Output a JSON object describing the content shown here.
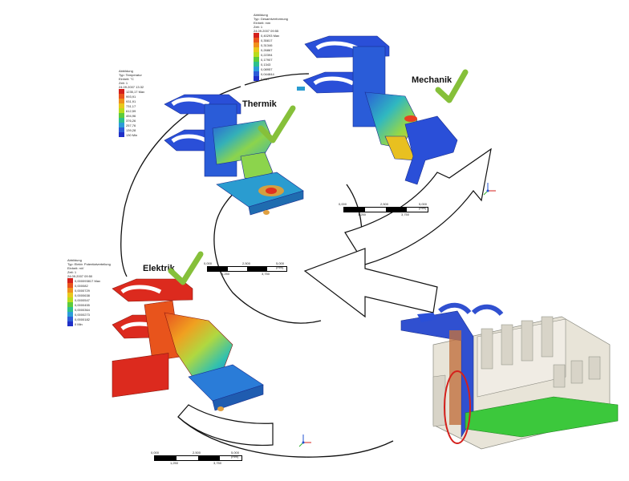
{
  "labels": {
    "thermik": "Thermik",
    "mechanik": "Mechanik",
    "elektrik": "Elektrik"
  },
  "legend_thermik": {
    "header": [
      "Abbildung",
      "Typ: Temperatur",
      "Einheit: °C",
      "Zeit: 1",
      "24.09.2007 13:32"
    ],
    "values": [
      "1235,17 Max",
      "993,91",
      "931,91",
      "731,17",
      "612,59",
      "494,96",
      "376,26",
      "257,76",
      "139,28",
      "130 Min"
    ],
    "colors": [
      "#d4201c",
      "#e8541c",
      "#f0901c",
      "#e8c81c",
      "#b8dc1c",
      "#5ccc3c",
      "#2cc08c",
      "#2c9cd8",
      "#2c5cd8",
      "#2030c8"
    ]
  },
  "legend_mechanik": {
    "header": [
      "Abbildung",
      "Typ: Gesamtverformung",
      "Einheit: mm",
      "Zeit: 1",
      "24.09.2007 09:55"
    ],
    "values": [
      "0,40293 Max",
      "0,35817",
      "0,31346",
      "0,26867",
      "0,22394",
      "0,17907",
      "0,1343",
      "0,08957",
      "0,044844",
      "0 Min"
    ],
    "colors": [
      "#d4201c",
      "#e8541c",
      "#f0901c",
      "#e8c81c",
      "#b8dc1c",
      "#5ccc3c",
      "#2cc08c",
      "#2c9cd8",
      "#2c5cd8",
      "#2030c8"
    ]
  },
  "legend_elektrik": {
    "header": [
      "Abbildung",
      "Typ: Elektr. Potentialverteilung",
      "Einheit: mV",
      "Zeit: 1",
      "24.09.2007 09:50"
    ],
    "values": [
      "0,000093817 Max",
      "0,000082",
      "0,0000729",
      "0,0000638",
      "0,0000547",
      "0,0000455",
      "0,0000364",
      "0,0000273",
      "0,0000182",
      "0 Min"
    ],
    "colors": [
      "#d4201c",
      "#e8541c",
      "#f0901c",
      "#e8c81c",
      "#b8dc1c",
      "#5ccc3c",
      "#2cc08c",
      "#2c9cd8",
      "#2c5cd8",
      "#2030c8"
    ]
  },
  "scale_top": {
    "a": "0,000",
    "b": "2,500",
    "c": "5,000 (mm)",
    "d": "1,250",
    "e": "3,750"
  },
  "scale_mid": {
    "a": "0,000",
    "b": "2,500",
    "c": "5,000 (mm)",
    "d": "1,250",
    "e": "3,750"
  },
  "scale_bottom": {
    "a": "0,000",
    "b": "2,500",
    "c": "5,000 (mm)",
    "d": "1,250",
    "e": "3,750"
  },
  "colors": {
    "checkmark": "#86c03a",
    "body_blue": "#2a4fd8",
    "body_red": "#dc2a1e",
    "ellipse": "#d4201c",
    "pcb_green": "#3cc83c",
    "housing": "#e8e4d8"
  }
}
